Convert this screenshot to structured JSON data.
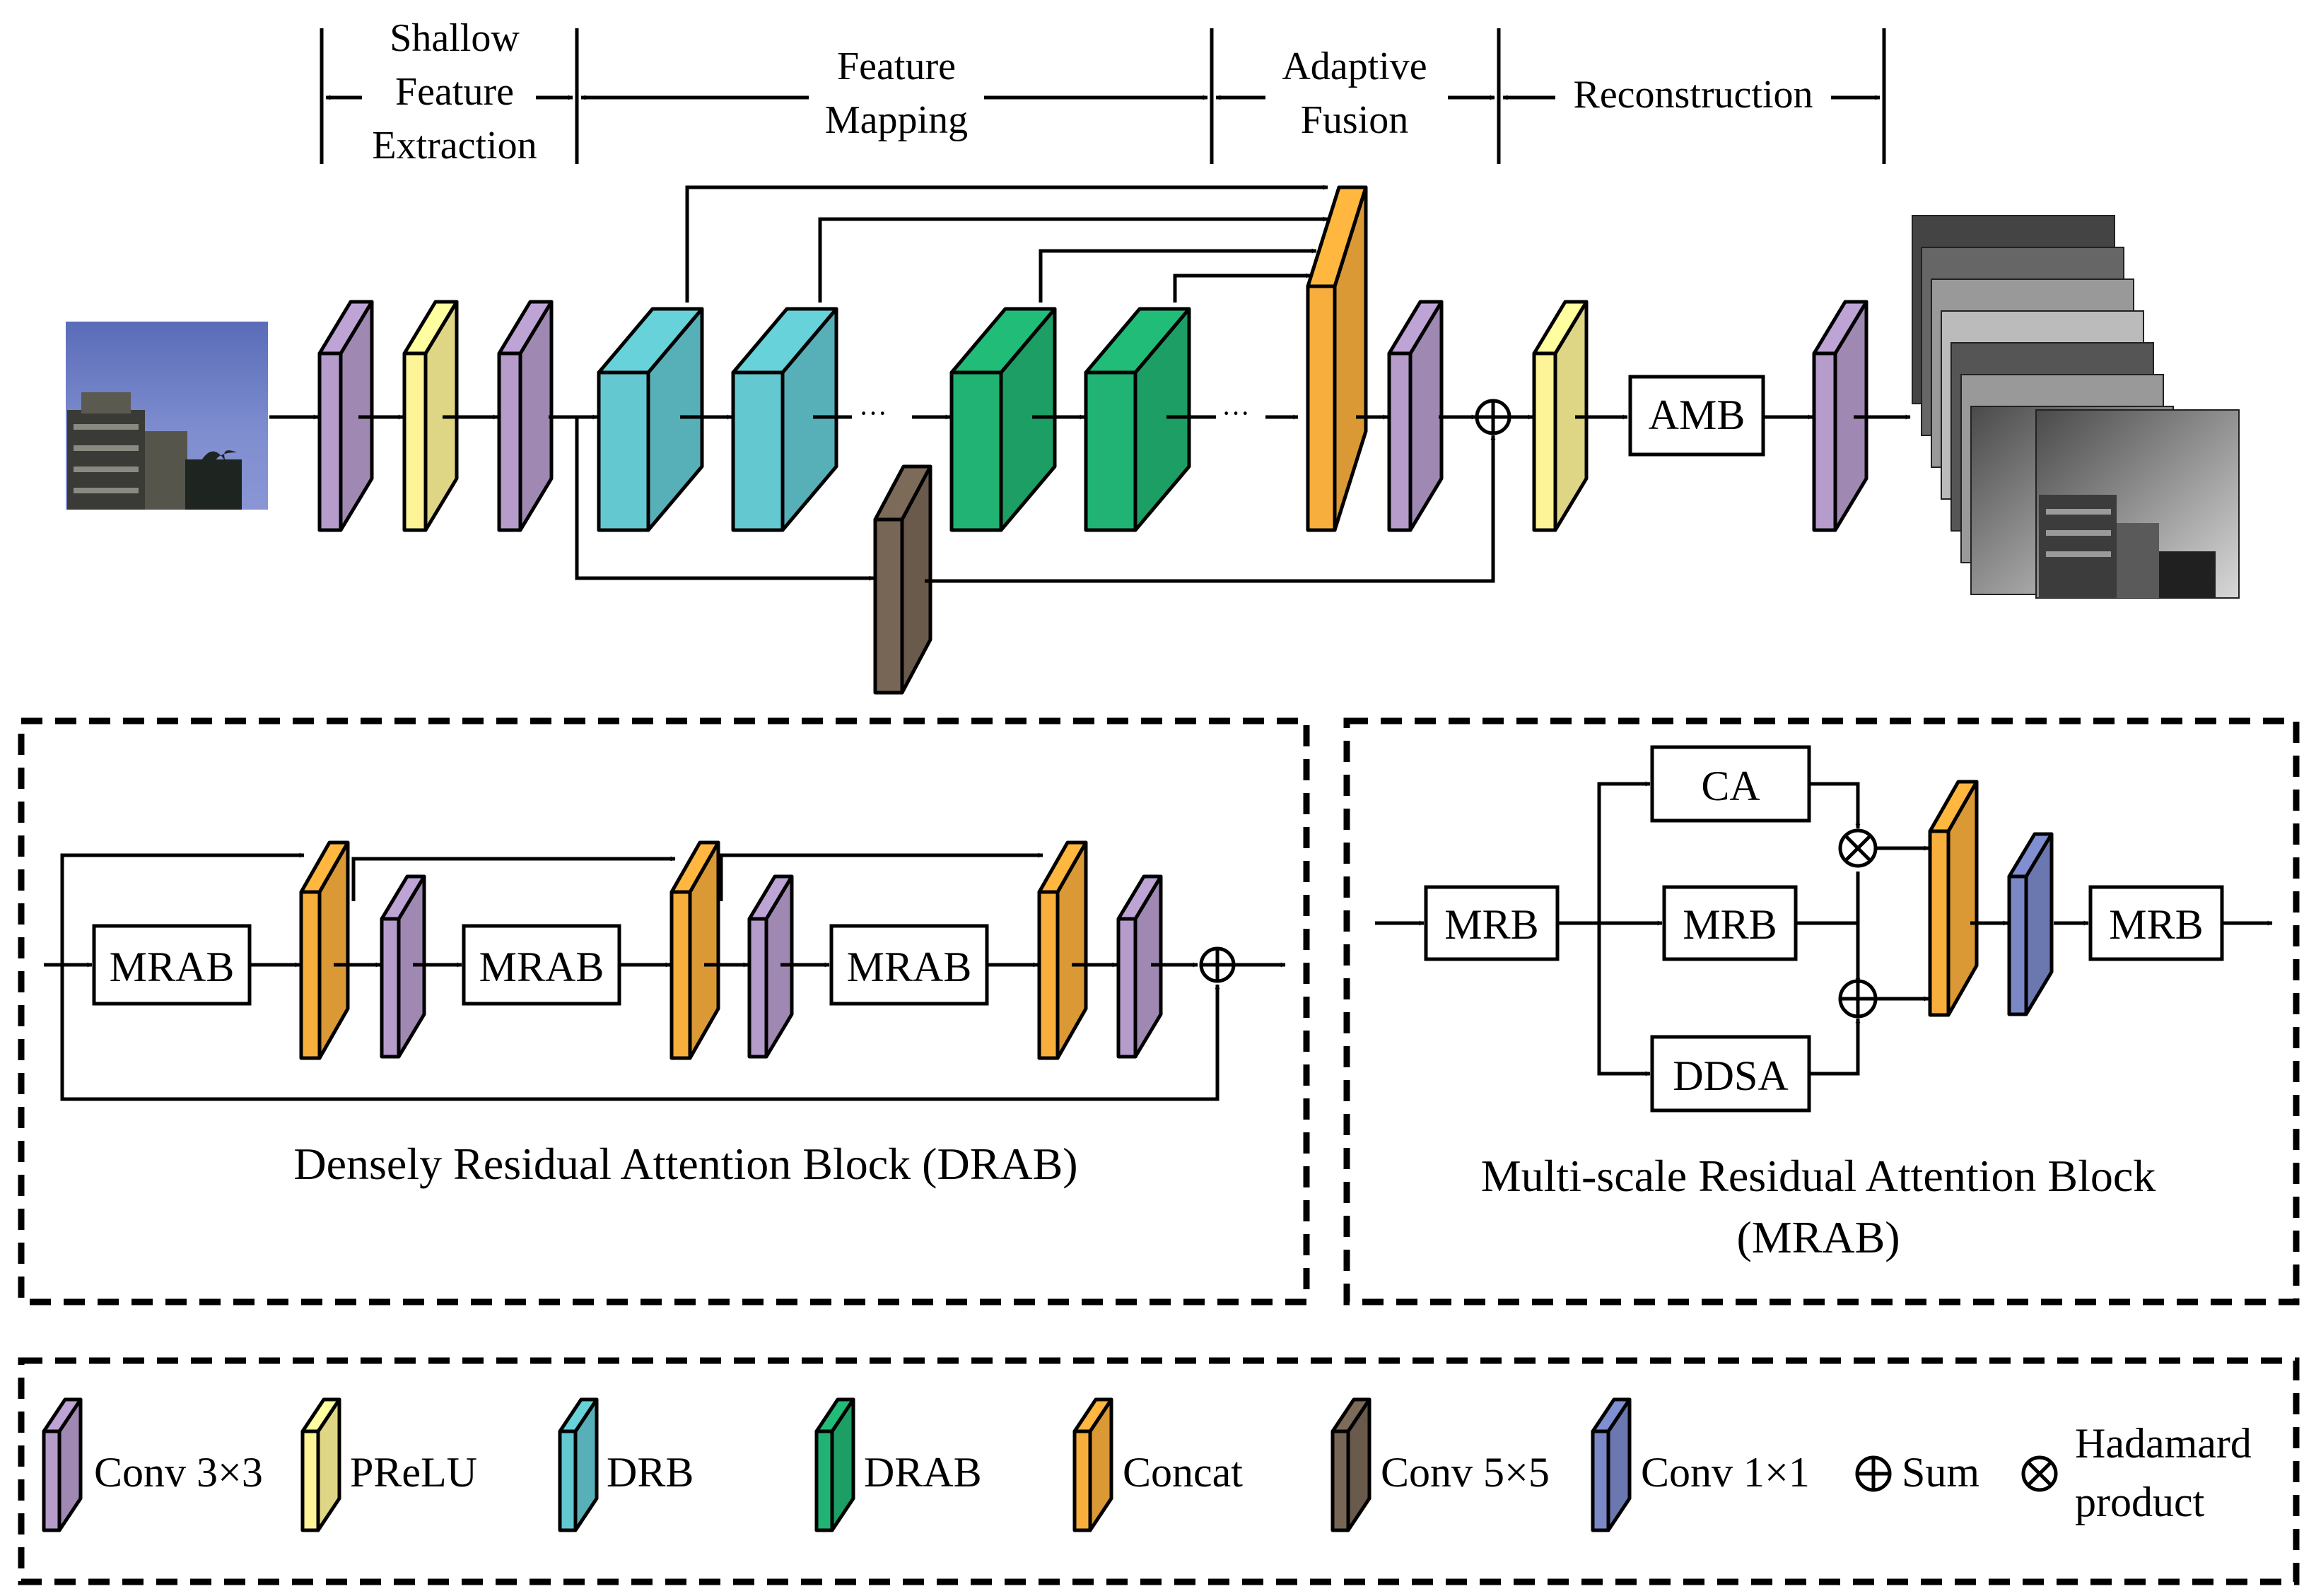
{
  "colors": {
    "conv3": "#b59ccb",
    "prelu": "#fdf397",
    "drb": "#63c8d0",
    "drab": "#20b373",
    "concat": "#f8ae3c",
    "conv5": "#776656",
    "conv1": "#7a88c8",
    "sky": "#6677bb"
  },
  "stages": {
    "shallow": [
      "Shallow",
      "Feature",
      "Extraction"
    ],
    "mapping": [
      "Feature",
      "Mapping"
    ],
    "fusion": [
      "Adaptive",
      "Fusion"
    ],
    "recon": "Reconstruction"
  },
  "main": {
    "amb": "AMB"
  },
  "drab_panel": {
    "module": "MRAB",
    "caption": "Densely Residual Attention Block (DRAB)"
  },
  "mrab_panel": {
    "in_block": "MRB",
    "ca": "CA",
    "mid_block": "MRB",
    "ddsa": "DDSA",
    "out_block": "MRB",
    "caption_line1": "Multi-scale Residual Attention Block",
    "caption_line2": "(MRAB)"
  },
  "legend": {
    "conv3": "Conv 3×3",
    "prelu": "PReLU",
    "drb": "DRB",
    "drab": "DRAB",
    "concat": "Concat",
    "conv5": "Conv 5×5",
    "conv1": "Conv 1×1",
    "sum": "Sum",
    "hadamard_line1": "Hadamard",
    "hadamard_line2": "product"
  }
}
